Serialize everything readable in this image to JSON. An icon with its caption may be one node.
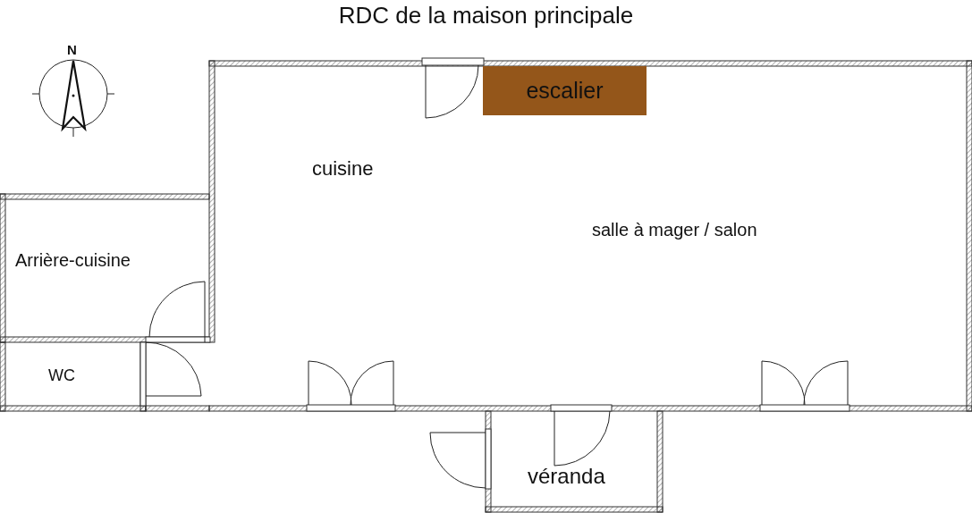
{
  "diagram": {
    "title": "RDC de la maison principale",
    "nodes": [
      {
        "text": [
          "cuisine",
          "salle à mager / salon"
        ]
      },
      {
        "text": [
          "escalier"
        ],
        "in": 0
      },
      {
        "text": [
          "Arrière-cuisine"
        ]
      },
      {
        "text": [
          "WC"
        ]
      },
      {
        "text": [
          "véranda"
        ]
      }
    ],
    "labels": [
      "N"
    ]
  }
}
